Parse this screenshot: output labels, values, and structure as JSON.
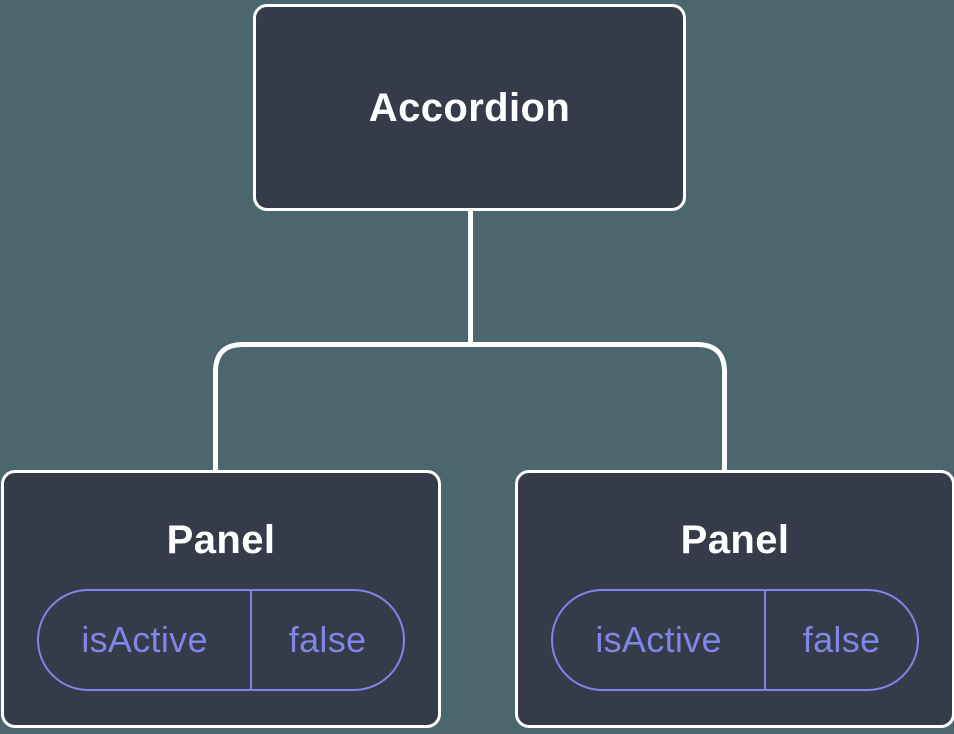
{
  "diagram": {
    "background_color": "#4C666E",
    "node_fill_color": "#353B48",
    "node_border_color": "#FFFFFF",
    "node_text_color": "#FFFFFF",
    "accent_color": "#8085E8",
    "root": {
      "label": "Accordion"
    },
    "children": [
      {
        "label": "Panel",
        "props": [
          {
            "name": "isActive",
            "value": "false"
          }
        ]
      },
      {
        "label": "Panel",
        "props": [
          {
            "name": "isActive",
            "value": "false"
          }
        ]
      }
    ]
  }
}
